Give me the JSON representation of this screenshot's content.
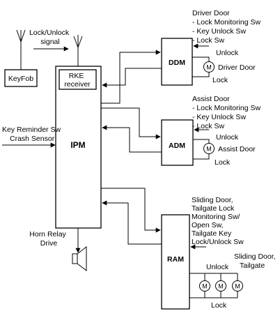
{
  "labels": {
    "lock_unlock_signal": [
      "Lock/Unlock",
      "signal"
    ],
    "keyfob": "KeyFob",
    "rke_receiver": [
      "RKE",
      "receiver"
    ],
    "key_reminder": [
      "Key Reminder Sw",
      "Crash Sensor"
    ],
    "ipm": "IPM",
    "horn_relay": [
      "Horn Relay",
      "Drive"
    ],
    "ddm": "DDM",
    "adm": "ADM",
    "ram": "RAM",
    "driver_door_info": [
      "Driver Door",
      "- Lock Monitoring Sw",
      "- Key Unlock Sw",
      "- Lock Sw"
    ],
    "assist_door_info": [
      "Assist Door",
      "- Lock Monitoring Sw",
      "- Key Unlock Sw",
      "- Lock Sw"
    ],
    "sliding_info": [
      "Sliding Door,",
      "Tailgate Lock",
      "Monitoring Sw/",
      "Open Sw,",
      "Tailgate Key",
      "Lock/Unlock Sw"
    ],
    "ddm_unlock": "Unlock",
    "ddm_lock": "Lock",
    "ddm_motor_label": "Driver Door",
    "adm_unlock": "Unlock",
    "adm_lock": "Lock",
    "adm_motor_label": "Assist Door",
    "ram_unlock": "Unlock",
    "ram_lock": "Lock",
    "ram_motor_label": [
      "Sliding Door,",
      "Tailgate"
    ],
    "motor_symbol": "M"
  },
  "icons": {
    "antenna_left": "antenna-icon",
    "antenna_right": "antenna-icon",
    "horn": "horn-speaker-icon",
    "motor": "motor-icon"
  }
}
